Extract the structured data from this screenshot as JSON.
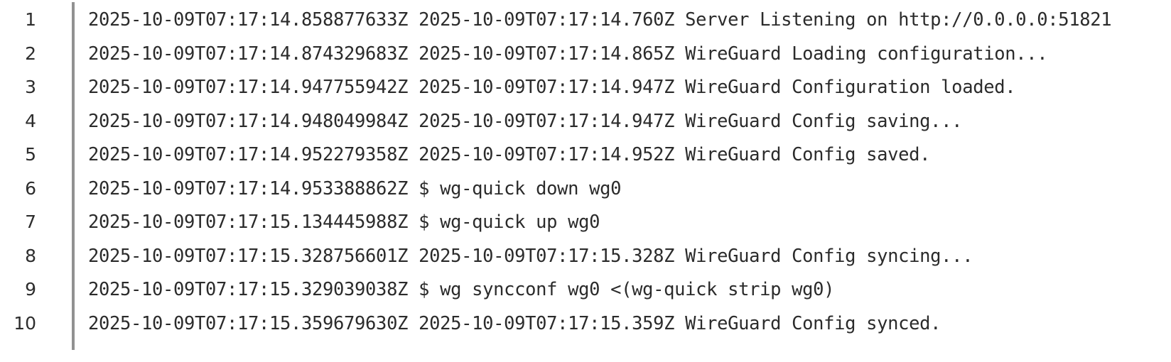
{
  "viewer": {
    "name": "log-output-viewer",
    "gutter_divider_color": "#919191",
    "text_color": "#2b2b2b",
    "line_number_color": "#2d2d2d",
    "background_color": "#ffffff"
  },
  "lines": [
    {
      "number": "1",
      "text": "2025-10-09T07:17:14.858877633Z 2025-10-09T07:17:14.760Z Server Listening on http://0.0.0.0:51821"
    },
    {
      "number": "2",
      "text": "2025-10-09T07:17:14.874329683Z 2025-10-09T07:17:14.865Z WireGuard Loading configuration..."
    },
    {
      "number": "3",
      "text": "2025-10-09T07:17:14.947755942Z 2025-10-09T07:17:14.947Z WireGuard Configuration loaded."
    },
    {
      "number": "4",
      "text": "2025-10-09T07:17:14.948049984Z 2025-10-09T07:17:14.947Z WireGuard Config saving..."
    },
    {
      "number": "5",
      "text": "2025-10-09T07:17:14.952279358Z 2025-10-09T07:17:14.952Z WireGuard Config saved."
    },
    {
      "number": "6",
      "text": "2025-10-09T07:17:14.953388862Z $ wg-quick down wg0"
    },
    {
      "number": "7",
      "text": "2025-10-09T07:17:15.134445988Z $ wg-quick up wg0"
    },
    {
      "number": "8",
      "text": "2025-10-09T07:17:15.328756601Z 2025-10-09T07:17:15.328Z WireGuard Config syncing..."
    },
    {
      "number": "9",
      "text": "2025-10-09T07:17:15.329039038Z $ wg syncconf wg0 <(wg-quick strip wg0)"
    },
    {
      "number": "10",
      "text": "2025-10-09T07:17:15.359679630Z 2025-10-09T07:17:15.359Z WireGuard Config synced."
    }
  ]
}
